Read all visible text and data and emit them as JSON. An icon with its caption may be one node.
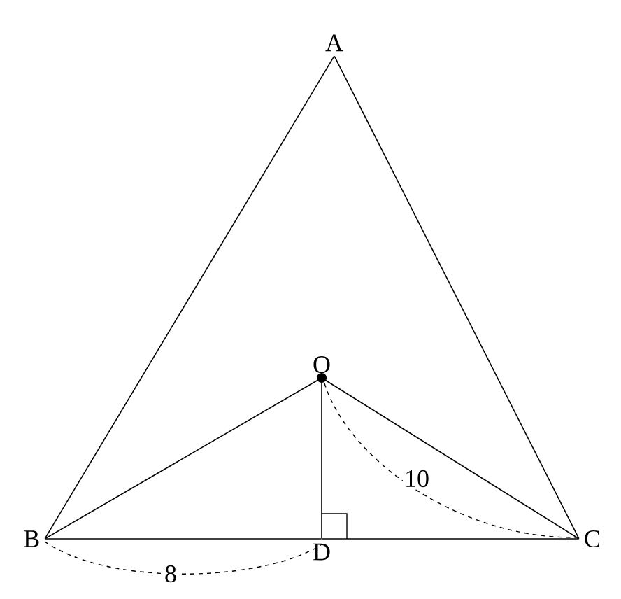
{
  "diagram": {
    "nodes": [
      {
        "text": [
          "A"
        ]
      },
      {
        "text": [
          "B"
        ]
      },
      {
        "text": [
          "C"
        ]
      },
      {
        "text": [
          "O"
        ]
      },
      {
        "text": [
          "D"
        ]
      }
    ],
    "edges": [
      {
        "from": 0,
        "to": 1,
        "arrow": "none"
      },
      {
        "from": 0,
        "to": 2,
        "arrow": "none"
      },
      {
        "from": 1,
        "to": 4,
        "arrow": "none"
      },
      {
        "from": 4,
        "to": 2,
        "arrow": "none"
      },
      {
        "from": 3,
        "to": 1,
        "arrow": "none"
      },
      {
        "from": 3,
        "to": 2,
        "arrow": "none"
      },
      {
        "from": 3,
        "to": 4,
        "arrow": "none"
      }
    ],
    "labels": [
      "8",
      "10"
    ]
  }
}
